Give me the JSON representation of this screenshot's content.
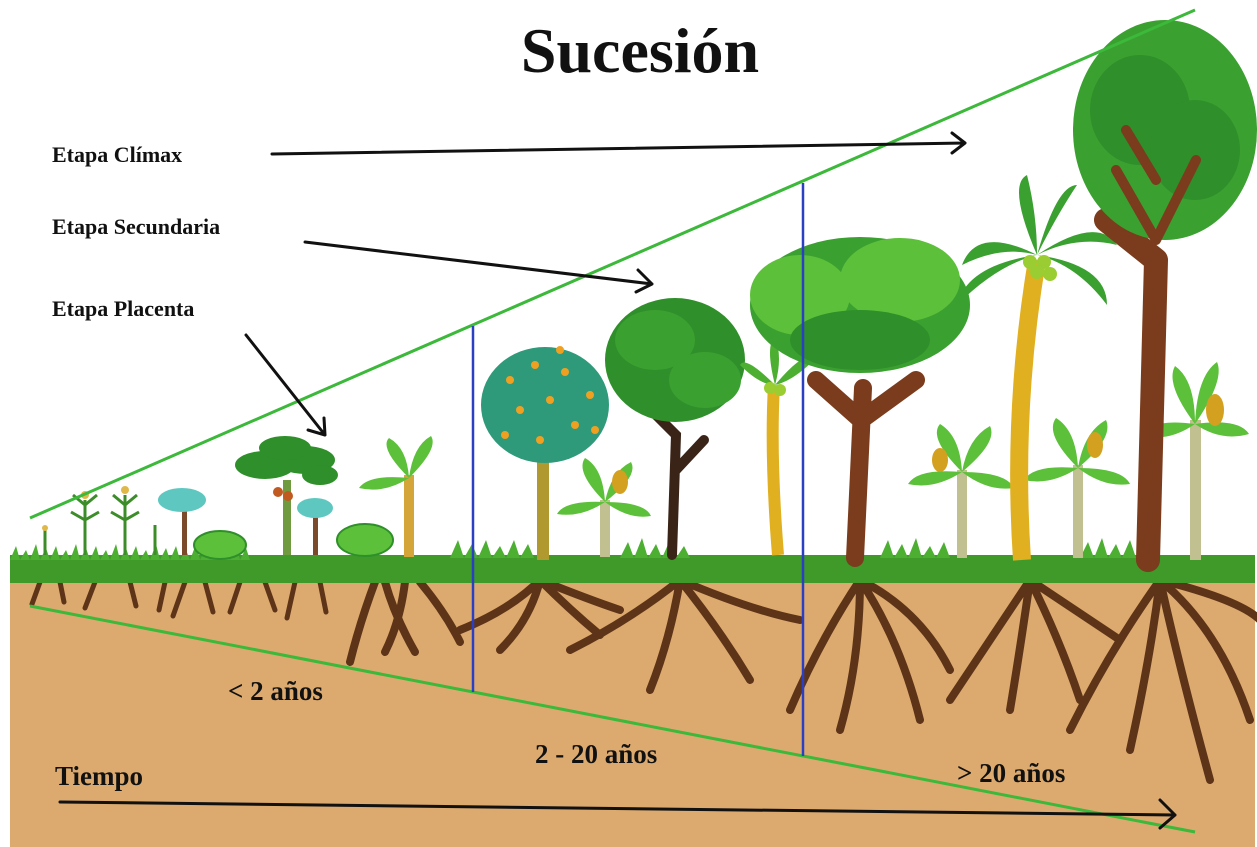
{
  "title": "Sucesión",
  "stages": {
    "climax": "Etapa Clímax",
    "secondary": "Etapa Secundaria",
    "placenta": "Etapa Placenta"
  },
  "periods": {
    "early": "< 2 años",
    "middle": "2 - 20 años",
    "late": "> 20 años"
  },
  "time_label": "Tiempo",
  "colors": {
    "soil": "#dcaa6e",
    "grass": "#3f9a2a",
    "wedge": "#3cb83a",
    "divider": "#2b3fc4",
    "root": "#5e3418",
    "trunk": "#7a3c1c",
    "foliage_dark": "#2f8f2a",
    "foliage_light": "#5cc03a",
    "orange_tree": "#2e9a7a",
    "fruit": "#f0a020"
  }
}
